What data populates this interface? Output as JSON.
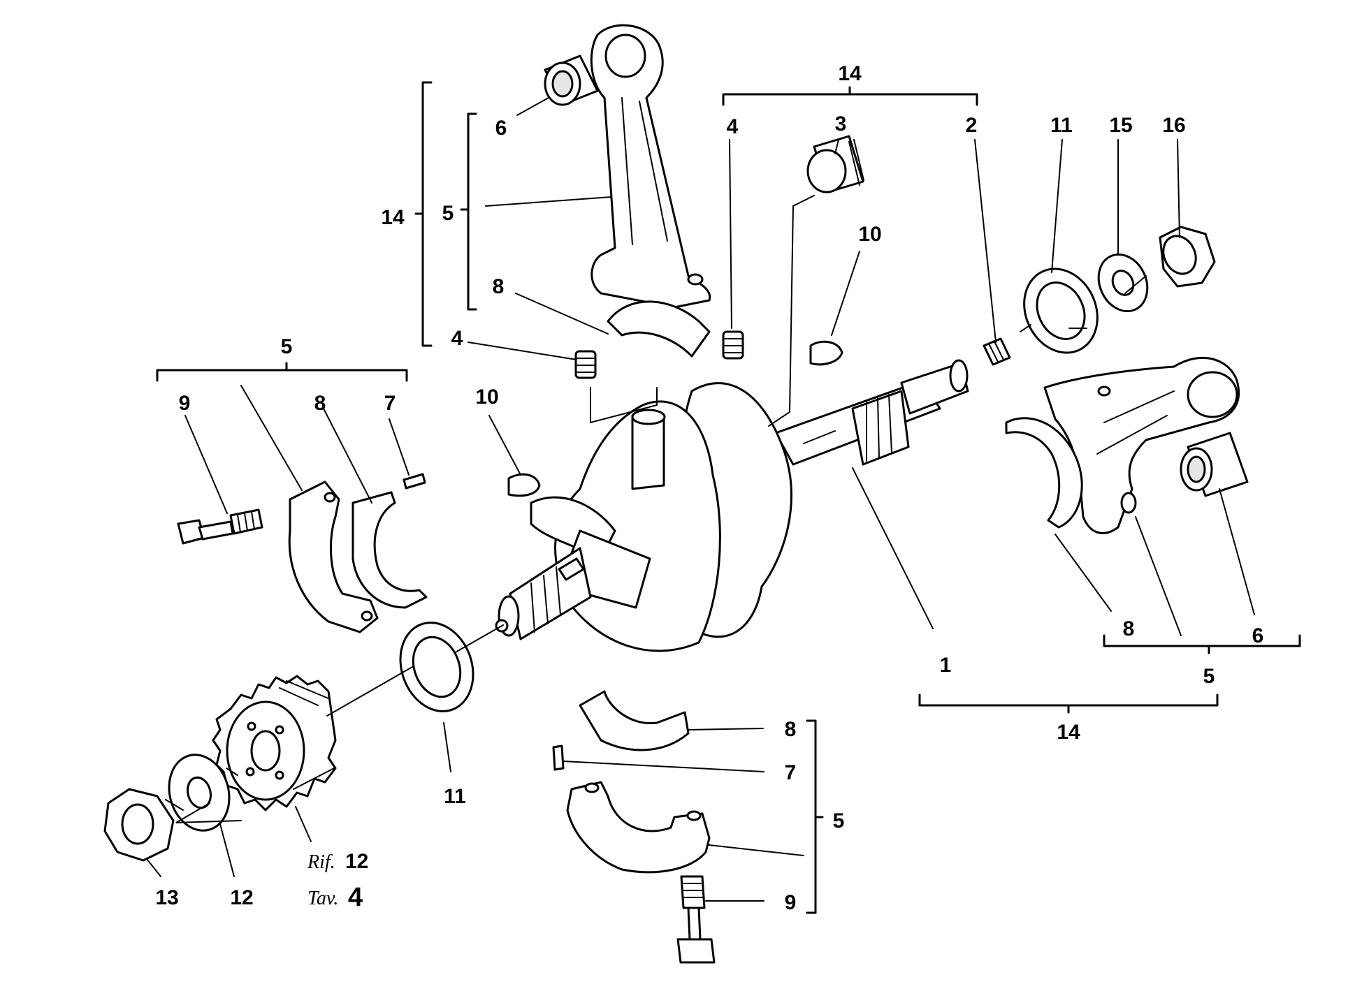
{
  "callouts": {
    "c14_top": "14",
    "c14_left": "14",
    "c14_bottom": "14",
    "c5_left": "5",
    "c5_group": "5",
    "c5_right": "5",
    "c5_lower": "5",
    "c6_left": "6",
    "c6_right": "6",
    "c8_left": "8",
    "c8_group": "8",
    "c8_right": "8",
    "c8_lower": "8",
    "c4_top": "4",
    "c4_left": "4",
    "c3": "3",
    "c2": "2",
    "c10_top": "10",
    "c10_left": "10",
    "c11_right": "11",
    "c11_lower": "11",
    "c15": "15",
    "c16": "16",
    "c9_group": "9",
    "c9_lower": "9",
    "c7_group": "7",
    "c7_lower": "7",
    "c1": "1",
    "c13": "13",
    "c12": "12"
  },
  "reference": {
    "rif_label": "Rif.",
    "rif_value": "12",
    "tav_label": "Tav.",
    "tav_value": "4"
  }
}
